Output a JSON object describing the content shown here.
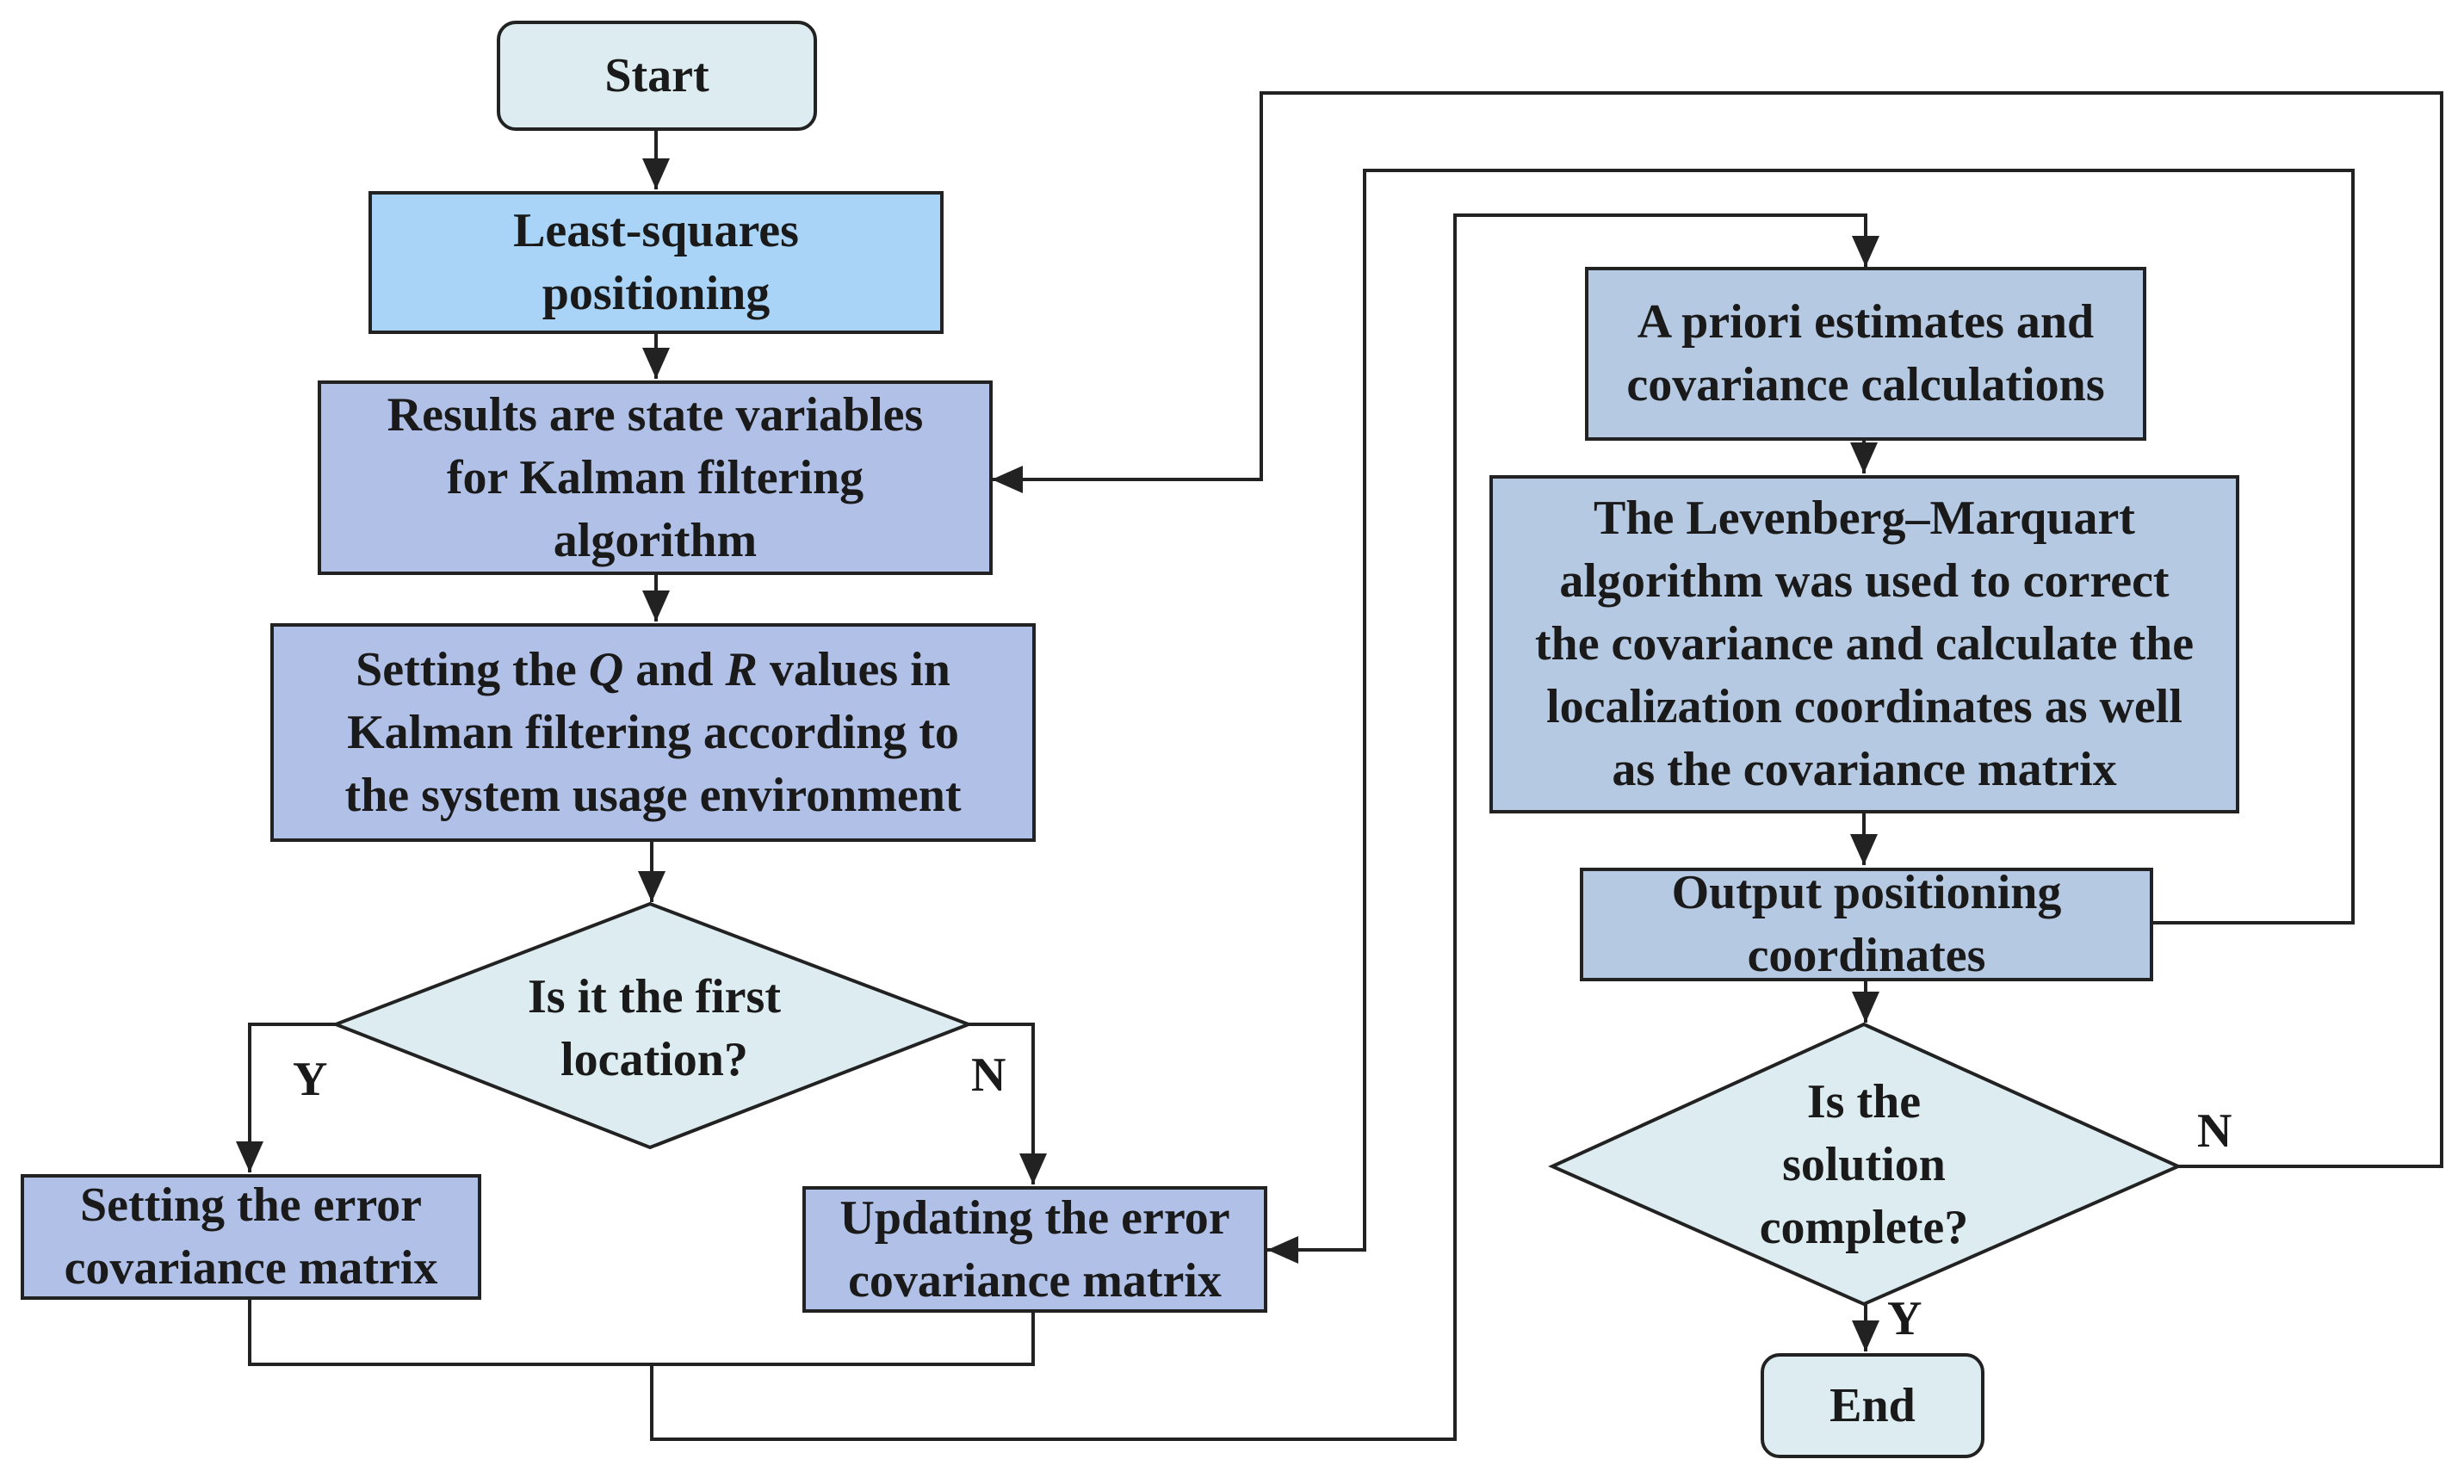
{
  "diagram": {
    "colors": {
      "terminal_fill": "#dcecf0",
      "least_squares_fill": "#a9d4f7",
      "left_process_fill": "#b1c0e6",
      "right_process_fill": "#b6c9e2",
      "decision_fill": "#dcecf0",
      "line": "#222222"
    },
    "nodes": {
      "start": "Start",
      "least_squares": [
        "Least-squares",
        "positioning"
      ],
      "state_vars": [
        "Results are state variables",
        "for Kalman filtering",
        "algorithm"
      ],
      "set_qr": {
        "line1_a": "Setting the ",
        "q": "Q",
        "line1_b": " and ",
        "r": "R",
        "line1_c": " values in",
        "line2": "Kalman filtering according to",
        "line3": "the system usage environment"
      },
      "first_location": [
        "Is it the first",
        "location?"
      ],
      "set_error": [
        "Setting the error",
        "covariance matrix"
      ],
      "update_error": [
        "Updating the error",
        "covariance matrix"
      ],
      "priori": [
        "A priori estimates and",
        "covariance calculations"
      ],
      "lm": [
        "The Levenberg–Marquart",
        "algorithm was used to correct",
        "the covariance and calculate the",
        "localization coordinates as well",
        "as the covariance matrix"
      ],
      "output": [
        "Output positioning",
        "coordinates"
      ],
      "complete": [
        "Is the",
        "solution",
        "complete?"
      ],
      "end": "End"
    },
    "labels": {
      "first_yes": "Y",
      "first_no": "N",
      "complete_no": "N",
      "complete_yes": "Y"
    }
  }
}
